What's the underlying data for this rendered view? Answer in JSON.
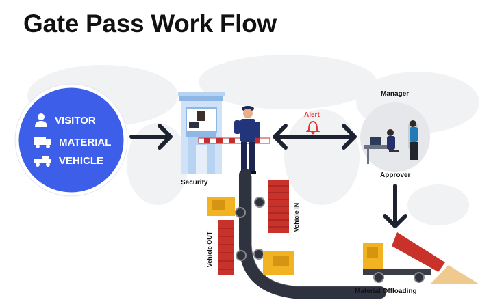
{
  "title": "Gate Pass Work Flow",
  "circle": {
    "items": [
      {
        "icon": "person-icon",
        "label": "VISITOR"
      },
      {
        "icon": "truck-icon",
        "label": "MATERIAL"
      },
      {
        "icon": "pickup-truck-icon",
        "label": "VEHICLE"
      }
    ]
  },
  "labels": {
    "security": "Security",
    "alert": "Alert",
    "manager": "Manager",
    "approver": "Approver",
    "vehicle_out": "Vehicle OUT",
    "vehicle_in": "Vehicle IN",
    "material_offloading": "Material Offloading"
  },
  "colors": {
    "circle_blue": "#3d5ee8",
    "arrow_dark": "#1d2230",
    "alert_red": "#e8342f",
    "road_dark": "#2f3340",
    "truck_red": "#c8322a",
    "truck_yellow": "#f1b321"
  }
}
